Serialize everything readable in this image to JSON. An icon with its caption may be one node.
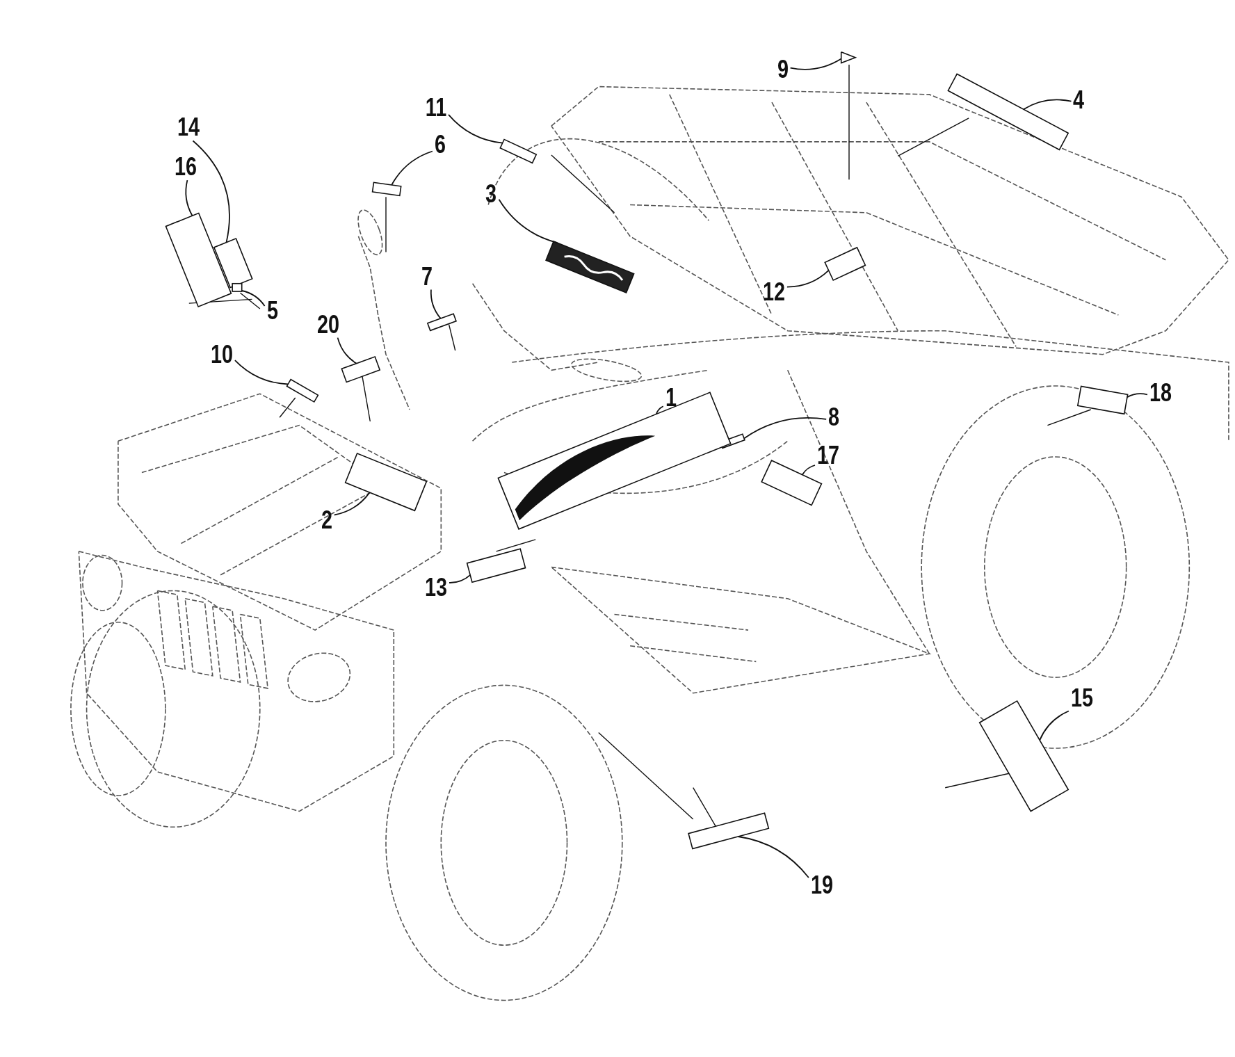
{
  "diagram": {
    "nodes": [
      {
        "text": [
          "9"
        ]
      },
      {
        "text": [
          "4"
        ]
      },
      {
        "text": [
          "11"
        ]
      },
      {
        "text": [
          "14"
        ]
      },
      {
        "text": [
          "6"
        ]
      },
      {
        "text": [
          "16"
        ]
      },
      {
        "text": [
          "3"
        ]
      },
      {
        "text": [
          "12"
        ]
      },
      {
        "text": [
          "7"
        ]
      },
      {
        "text": [
          "5"
        ]
      },
      {
        "text": [
          "20"
        ]
      },
      {
        "text": [
          "10"
        ]
      },
      {
        "text": [
          "1"
        ]
      },
      {
        "text": [
          "18"
        ]
      },
      {
        "text": [
          "8"
        ]
      },
      {
        "text": [
          "17"
        ]
      },
      {
        "text": [
          "2"
        ]
      },
      {
        "text": [
          "13"
        ]
      },
      {
        "text": [
          "15"
        ]
      },
      {
        "text": [
          "19"
        ]
      },
      {
        "text": [],
        "shape": "box"
      },
      {
        "text": [],
        "shape": "box"
      },
      {
        "text": [],
        "shape": "box"
      },
      {
        "text": [],
        "shape": "box"
      },
      {
        "text": [],
        "shape": "box"
      },
      {
        "text": [],
        "shape": "box"
      },
      {
        "text": [],
        "shape": "box"
      },
      {
        "text": [],
        "shape": "box"
      },
      {
        "text": [],
        "shape": "box"
      },
      {
        "text": [],
        "shape": "box"
      },
      {
        "text": [],
        "shape": "box"
      },
      {
        "text": [],
        "shape": "box"
      },
      {
        "text": [],
        "shape": "box"
      },
      {
        "text": [],
        "shape": "box"
      },
      {
        "text": [],
        "shape": "box"
      },
      {
        "text": [],
        "shape": "box"
      },
      {
        "text": [],
        "shape": "box"
      },
      {
        "text": [],
        "shape": "box"
      },
      {
        "text": [],
        "shape": "box"
      },
      {
        "text": [],
        "shape": "box"
      }
    ],
    "edges": [
      {
        "from": 0,
        "to": 20,
        "arrow": "none"
      },
      {
        "from": 1,
        "to": 21,
        "arrow": "none"
      },
      {
        "from": 2,
        "to": 22,
        "arrow": "none"
      },
      {
        "from": 3,
        "to": 24,
        "arrow": "none"
      },
      {
        "from": 4,
        "to": 23,
        "arrow": "none"
      },
      {
        "from": 5,
        "to": 25,
        "arrow": "none"
      },
      {
        "from": 6,
        "to": 26,
        "arrow": "none"
      },
      {
        "from": 7,
        "to": 27,
        "arrow": "none"
      },
      {
        "from": 8,
        "to": 29,
        "arrow": "none"
      },
      {
        "from": 9,
        "to": 28,
        "arrow": "none"
      },
      {
        "from": 10,
        "to": 30,
        "arrow": "none"
      },
      {
        "from": 11,
        "to": 31,
        "arrow": "none"
      },
      {
        "from": 12,
        "to": 34,
        "arrow": "none"
      },
      {
        "from": 13,
        "to": 32,
        "arrow": "none"
      },
      {
        "from": 14,
        "to": 33,
        "arrow": "none"
      },
      {
        "from": 15,
        "to": 35,
        "arrow": "none"
      },
      {
        "from": 16,
        "to": 36,
        "arrow": "none"
      },
      {
        "from": 17,
        "to": 37,
        "arrow": "none"
      },
      {
        "from": 18,
        "to": 38,
        "arrow": "none"
      },
      {
        "from": 19,
        "to": 39,
        "arrow": "none"
      }
    ]
  }
}
